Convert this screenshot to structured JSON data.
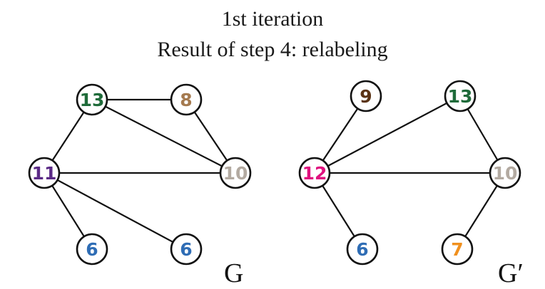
{
  "title_line1": "1st iteration",
  "title_line2": "Result of step 4: relabeling",
  "graphs": [
    {
      "name": "G",
      "nodes": [
        {
          "id": "a",
          "label": "13",
          "color": "#1f6b3a"
        },
        {
          "id": "b",
          "label": "8",
          "color": "#a57a4f"
        },
        {
          "id": "c",
          "label": "11",
          "color": "#5b2a86"
        },
        {
          "id": "d",
          "label": "10",
          "color": "#b3aaa1"
        },
        {
          "id": "e",
          "label": "6",
          "color": "#2f6db5"
        },
        {
          "id": "f",
          "label": "6",
          "color": "#2f6db5"
        }
      ],
      "edges": [
        [
          "a",
          "b"
        ],
        [
          "a",
          "c"
        ],
        [
          "a",
          "d"
        ],
        [
          "b",
          "d"
        ],
        [
          "c",
          "d"
        ],
        [
          "c",
          "e"
        ],
        [
          "c",
          "f"
        ]
      ]
    },
    {
      "name": "G′",
      "nodes": [
        {
          "id": "a",
          "label": "9",
          "color": "#5a3315"
        },
        {
          "id": "b",
          "label": "13",
          "color": "#1f6b3a"
        },
        {
          "id": "c",
          "label": "12",
          "color": "#e0117f"
        },
        {
          "id": "d",
          "label": "10",
          "color": "#b3aaa1"
        },
        {
          "id": "e",
          "label": "6",
          "color": "#2f6db5"
        },
        {
          "id": "f",
          "label": "7",
          "color": "#f0901e"
        }
      ],
      "edges": [
        [
          "a",
          "c"
        ],
        [
          "b",
          "c"
        ],
        [
          "b",
          "d"
        ],
        [
          "c",
          "d"
        ],
        [
          "c",
          "e"
        ],
        [
          "d",
          "f"
        ]
      ]
    }
  ]
}
